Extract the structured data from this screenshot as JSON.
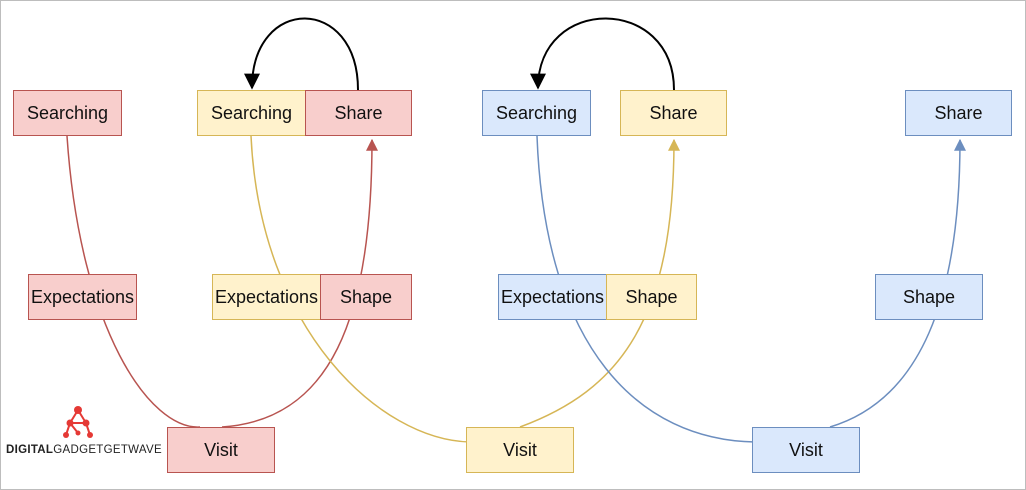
{
  "nodes": {
    "red_searching": "Searching",
    "red_expectations": "Expectations",
    "red_visit": "Visit",
    "red_shape": "Shape",
    "red_share": "Share",
    "yellow_searching": "Searching",
    "yellow_expectations": "Expectations",
    "yellow_visit": "Visit",
    "yellow_shape": "Shape",
    "yellow_share": "Share",
    "blue_searching": "Searching",
    "blue_expectations": "Expectations",
    "blue_visit": "Visit",
    "blue_shape": "Shape",
    "blue_share": "Share"
  },
  "colors": {
    "red_fill": "#f8cecc",
    "red_stroke": "#b85450",
    "yellow_fill": "#fff2cc",
    "yellow_stroke": "#d6b656",
    "blue_fill": "#dae8fc",
    "blue_stroke": "#6c8ebf",
    "loop_arrow": "#000000"
  },
  "watermark": {
    "bold": "DIGITAL",
    "light": "GADGETGETWAVE",
    "icon": "network-molecule-icon"
  }
}
